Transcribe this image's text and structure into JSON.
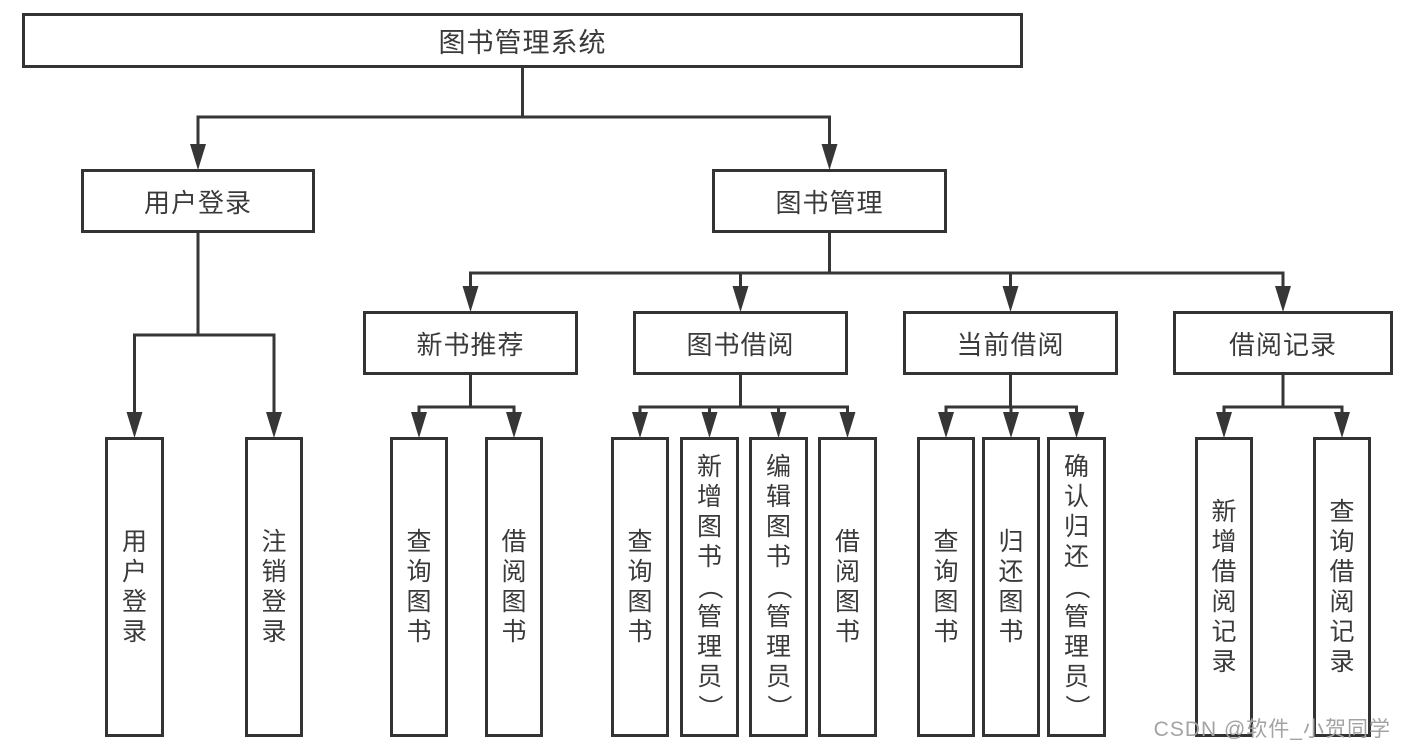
{
  "diagram": {
    "title": "图书管理系统",
    "watermark": "CSDN @软件_小贺同学",
    "colors": {
      "line": "#363636",
      "border": "#333333",
      "text": "#3a3a3a",
      "background": "#ffffff",
      "watermark": "#a3a3a3"
    },
    "nodes": [
      {
        "id": "root",
        "label": "图书管理系统",
        "orientation": "horizontal"
      },
      {
        "id": "user-login",
        "label": "用户登录",
        "orientation": "horizontal"
      },
      {
        "id": "book-mgmt",
        "label": "图书管理",
        "orientation": "horizontal"
      },
      {
        "id": "new-book-rec",
        "label": "新书推荐",
        "orientation": "horizontal"
      },
      {
        "id": "book-borrow",
        "label": "图书借阅",
        "orientation": "horizontal"
      },
      {
        "id": "current-borrow",
        "label": "当前借阅",
        "orientation": "horizontal"
      },
      {
        "id": "borrow-records",
        "label": "借阅记录",
        "orientation": "horizontal"
      },
      {
        "id": "leaf-user-login",
        "label": "用户登录",
        "orientation": "vertical"
      },
      {
        "id": "leaf-logout",
        "label": "注销登录",
        "orientation": "vertical"
      },
      {
        "id": "leaf-query-books-rec",
        "label": "查询图书",
        "orientation": "vertical"
      },
      {
        "id": "leaf-borrow-books-rec",
        "label": "借阅图书",
        "orientation": "vertical"
      },
      {
        "id": "leaf-query-books-borrow",
        "label": "查询图书",
        "orientation": "vertical"
      },
      {
        "id": "leaf-add-book-admin",
        "label": "新增图书（管理员）",
        "orientation": "vertical"
      },
      {
        "id": "leaf-edit-book-admin",
        "label": "编辑图书（管理员）",
        "orientation": "vertical"
      },
      {
        "id": "leaf-borrow-books",
        "label": "借阅图书",
        "orientation": "vertical"
      },
      {
        "id": "leaf-query-books-current",
        "label": "查询图书",
        "orientation": "vertical"
      },
      {
        "id": "leaf-return-books",
        "label": "归还图书",
        "orientation": "vertical"
      },
      {
        "id": "leaf-confirm-return-admin",
        "label": "确认归还（管理员）",
        "orientation": "vertical"
      },
      {
        "id": "leaf-add-borrow-record",
        "label": "新增借阅记录",
        "orientation": "vertical"
      },
      {
        "id": "leaf-query-borrow-record",
        "label": "查询借阅记录",
        "orientation": "vertical"
      }
    ],
    "edges": [
      {
        "parent": "root",
        "children": [
          "user-login",
          "book-mgmt"
        ]
      },
      {
        "parent": "user-login",
        "children": [
          "leaf-user-login",
          "leaf-logout"
        ]
      },
      {
        "parent": "book-mgmt",
        "children": [
          "new-book-rec",
          "book-borrow",
          "current-borrow",
          "borrow-records"
        ]
      },
      {
        "parent": "new-book-rec",
        "children": [
          "leaf-query-books-rec",
          "leaf-borrow-books-rec"
        ]
      },
      {
        "parent": "book-borrow",
        "children": [
          "leaf-query-books-borrow",
          "leaf-add-book-admin",
          "leaf-edit-book-admin",
          "leaf-borrow-books"
        ]
      },
      {
        "parent": "current-borrow",
        "children": [
          "leaf-query-books-current",
          "leaf-return-books",
          "leaf-confirm-return-admin"
        ]
      },
      {
        "parent": "borrow-records",
        "children": [
          "leaf-add-borrow-record",
          "leaf-query-borrow-record"
        ]
      }
    ]
  }
}
